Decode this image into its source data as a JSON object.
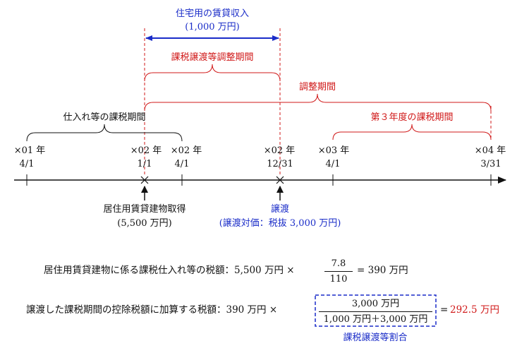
{
  "rental_income": {
    "title": "住宅用の賃貸収入",
    "amount": "(1,000 万円)"
  },
  "periods": {
    "transfer_adjustment": "課税譲渡等調整期間",
    "adjustment": "調整期間",
    "third_year": "第３年度の課税期間",
    "purchase_period": "仕入れ等の課税期間"
  },
  "timeline": {
    "points": [
      {
        "year": "×01 年",
        "date": "4/1"
      },
      {
        "year": "×02 年",
        "date": "1/1"
      },
      {
        "year": "×02 年",
        "date": "4/1"
      },
      {
        "year": "×02 年",
        "date": "12/31"
      },
      {
        "year": "×03 年",
        "date": "4/1"
      },
      {
        "year": "×04 年",
        "date": "3/31"
      }
    ]
  },
  "events": {
    "acquisition_label": "居住用賃貸建物取得",
    "acquisition_amount": "(5,500 万円)",
    "transfer_label": "譲渡",
    "transfer_amount": "(譲渡対価：税抜 3,000 万円)"
  },
  "formula1": {
    "text": "居住用賃貸建物に係る課税仕入れ等の税額：5,500 万円 ×",
    "numerator": "7.8",
    "denominator": "110",
    "result": "= 390 万円"
  },
  "formula2": {
    "text": "譲渡した課税期間の控除税額に加算する税額：390 万円 ×",
    "numerator": "3,000 万円",
    "denominator": "1,000 万円＋3,000 万円",
    "equals": "=",
    "result": "292.5 万円",
    "box_caption": "課税譲渡等割合"
  },
  "colors": {
    "blue": "#1a2cc8",
    "red": "#d01818",
    "black": "#111111"
  }
}
